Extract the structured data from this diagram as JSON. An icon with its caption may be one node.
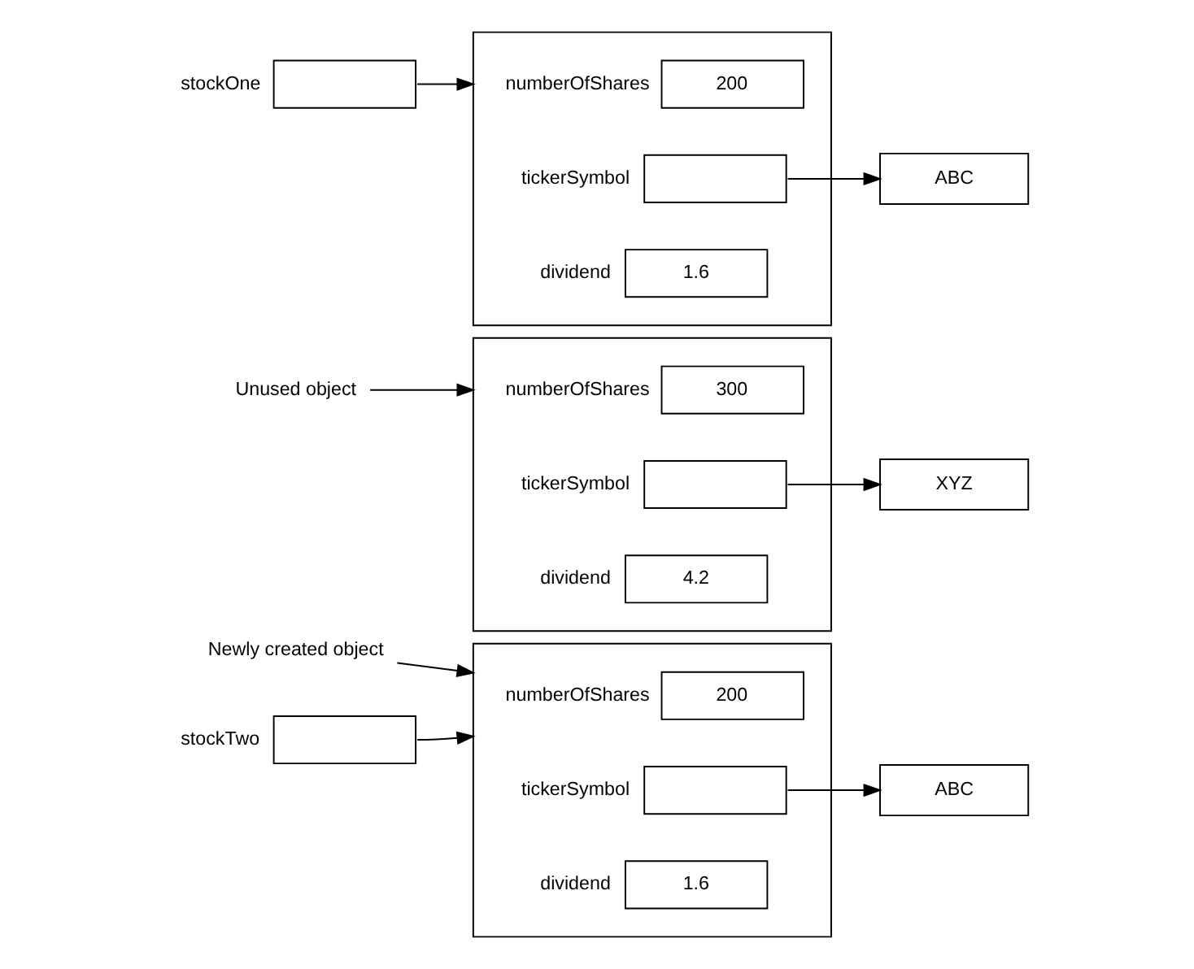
{
  "diagram": {
    "nodes": [
      {
        "text": [],
        "shape": "box",
        "beside": [
          "stockOne"
        ]
      },
      {
        "text": [],
        "shape": "box"
      },
      {
        "text": [
          "200"
        ],
        "beside": [
          "numberOfShares"
        ],
        "in": 1
      },
      {
        "text": [],
        "shape": "box",
        "beside": [
          "tickerSymbol"
        ],
        "in": 1
      },
      {
        "text": [
          "1.6"
        ],
        "beside": [
          "dividend"
        ],
        "in": 1
      },
      {
        "text": [
          "ABC"
        ]
      },
      {
        "text": [
          "Unused object"
        ]
      },
      {
        "text": [],
        "shape": "box",
        "beside": [
          "stockTwo"
        ]
      },
      {
        "text": [],
        "shape": "box"
      },
      {
        "text": [
          "300"
        ],
        "beside": [
          "numberOfShares"
        ],
        "in": 8
      },
      {
        "text": [],
        "shape": "box",
        "beside": [
          "tickerSymbol"
        ],
        "in": 8
      },
      {
        "text": [
          "4.2"
        ],
        "beside": [
          "dividend"
        ],
        "in": 8
      },
      {
        "text": [
          "XYZ"
        ]
      },
      {
        "text": [
          "Newly created object"
        ]
      },
      {
        "text": [],
        "shape": "box"
      },
      {
        "text": [
          "200"
        ],
        "beside": [
          "numberOfShares"
        ],
        "in": 14
      },
      {
        "text": [],
        "shape": "box",
        "beside": [
          "tickerSymbol"
        ],
        "in": 14
      },
      {
        "text": [
          "1.6"
        ],
        "beside": [
          "dividend"
        ],
        "in": 14
      },
      {
        "text": [
          "ABC"
        ]
      }
    ],
    "edges": [
      {
        "from": 0,
        "to": 1,
        "arrow": "to"
      },
      {
        "from": 3,
        "to": 5,
        "arrow": "to"
      },
      {
        "from": 6,
        "to": 8,
        "arrow": "to"
      },
      {
        "from": 7,
        "to": 14,
        "arrow": "to"
      },
      {
        "from": 10,
        "to": 12,
        "arrow": "to"
      },
      {
        "from": 13,
        "to": 14,
        "arrow": "to"
      },
      {
        "from": 16,
        "to": 18,
        "arrow": "to"
      }
    ]
  }
}
